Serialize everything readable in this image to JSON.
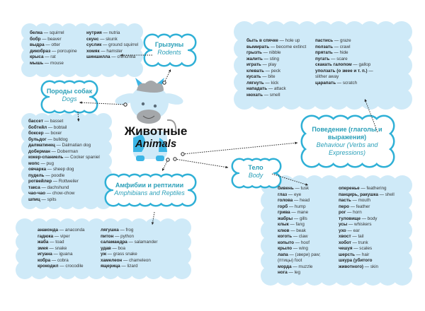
{
  "center": {
    "title_ru": "Животные",
    "title_en": "Animals"
  },
  "colors": {
    "cloud_fill": "#cfeaf8",
    "outline": "#2fb0d6",
    "title_text": "#2a9fb8"
  },
  "rodents": {
    "title_ru": "Грызуны",
    "title_en": "Rodents",
    "columns": [
      [
        {
          "ru": "белка",
          "en": "squirrel"
        },
        {
          "ru": "бобр",
          "en": "beaver"
        },
        {
          "ru": "выдра",
          "en": "otter"
        },
        {
          "ru": "дикобраз",
          "en": "porcupine"
        },
        {
          "ru": "крыса",
          "en": "rat"
        },
        {
          "ru": "мышь",
          "en": "mouse"
        }
      ],
      [
        {
          "ru": "нутрия",
          "en": "nutria"
        },
        {
          "ru": "скунс",
          "en": "skunk"
        },
        {
          "ru": "суслик",
          "en": "ground squirrel"
        },
        {
          "ru": "хомяк",
          "en": "hamster"
        },
        {
          "ru": "шиншилла",
          "en": "chinchilla"
        }
      ]
    ]
  },
  "dogs": {
    "title_ru": "Породы собак",
    "title_en": "Dogs",
    "columns": [
      [
        {
          "ru": "бассет",
          "en": "basset"
        },
        {
          "ru": "бобтейл",
          "en": "bobtail"
        },
        {
          "ru": "боксер",
          "en": "boxer"
        },
        {
          "ru": "бульдог",
          "en": "bulldog"
        },
        {
          "ru": "далматинец",
          "en": "Dalmatian dog"
        },
        {
          "ru": "доберман",
          "en": "Doberman"
        },
        {
          "ru": "кокер-спаниель",
          "en": "Cocker spaniel"
        },
        {
          "ru": "мопс",
          "en": "pug"
        },
        {
          "ru": "овчарка",
          "en": "sheep dog"
        },
        {
          "ru": "пудель",
          "en": "poodle"
        },
        {
          "ru": "ротвейлер",
          "en": "Rottweiler"
        },
        {
          "ru": "такса",
          "en": "dachshund"
        },
        {
          "ru": "чао-чао",
          "en": "chow-chow"
        },
        {
          "ru": "шпиц",
          "en": "spits"
        }
      ]
    ]
  },
  "behaviour": {
    "title_ru": "Поведение (глаголы и выражения)",
    "title_en": "Behaviour (Verbs and Expressions)",
    "columns": [
      [
        {
          "ru": "быть в спячке",
          "en": "hole up"
        },
        {
          "ru": "вымирать",
          "en": "become extinct"
        },
        {
          "ru": "грызть",
          "en": "nibble"
        },
        {
          "ru": "жалить",
          "en": "sting"
        },
        {
          "ru": "играть",
          "en": "play"
        },
        {
          "ru": "клевать",
          "en": "peck"
        },
        {
          "ru": "кусать",
          "en": "bite"
        },
        {
          "ru": "лягнуть",
          "en": "kick"
        },
        {
          "ru": "нападать",
          "en": "attack"
        },
        {
          "ru": "нюхать",
          "en": "smell"
        }
      ],
      [
        {
          "ru": "пастись",
          "en": "graze"
        },
        {
          "ru": "ползать",
          "en": "crawl"
        },
        {
          "ru": "прятать",
          "en": "hide"
        },
        {
          "ru": "пугать",
          "en": "scare"
        },
        {
          "ru": "скакать галопом",
          "en": "gallop"
        },
        {
          "ru": "уползать (о змее и т. п.)",
          "en": "slither away"
        },
        {
          "ru": "царапать",
          "en": "scratch"
        }
      ]
    ]
  },
  "body": {
    "title_ru": "Тело",
    "title_en": "Body",
    "columns": [
      [
        {
          "ru": "бивень",
          "en": "tusk"
        },
        {
          "ru": "глаз",
          "en": "eye"
        },
        {
          "ru": "голова",
          "en": "head"
        },
        {
          "ru": "горб",
          "en": "hump"
        },
        {
          "ru": "грива",
          "en": "mane"
        },
        {
          "ru": "жабры",
          "en": "gills"
        },
        {
          "ru": "клык",
          "en": "fang"
        },
        {
          "ru": "клюв",
          "en": "beak"
        },
        {
          "ru": "коготь",
          "en": "claw"
        },
        {
          "ru": "копыто",
          "en": "hoof"
        },
        {
          "ru": "крыло",
          "en": "wing"
        },
        {
          "ru": "лапа",
          "en": "(звери) paw; (птицы) foot"
        },
        {
          "ru": "морда",
          "en": "muzzle"
        },
        {
          "ru": "нога",
          "en": "leg"
        }
      ],
      [
        {
          "ru": "оперенье",
          "en": "feathering"
        },
        {
          "ru": "панцирь, ракушка",
          "en": "shell"
        },
        {
          "ru": "пасть",
          "en": "mouth"
        },
        {
          "ru": "перо",
          "en": "feather"
        },
        {
          "ru": "рог",
          "en": "horn"
        },
        {
          "ru": "туловище",
          "en": "body"
        },
        {
          "ru": "усы",
          "en": "whiskers"
        },
        {
          "ru": "ухо",
          "en": "ear"
        },
        {
          "ru": "хвост",
          "en": "tail"
        },
        {
          "ru": "хобот",
          "en": "trunk"
        },
        {
          "ru": "чешуя",
          "en": "scales"
        },
        {
          "ru": "шерсть",
          "en": "hair"
        },
        {
          "ru": "шкура (убитого животного)",
          "en": "skin"
        }
      ]
    ]
  },
  "amphibians": {
    "title_ru": "Амфибии и рептилии",
    "title_en": "Amphibians and Reptiles",
    "columns": [
      [
        {
          "ru": "анаконда",
          "en": "anaconda"
        },
        {
          "ru": "гадюка",
          "en": "viper"
        },
        {
          "ru": "жаба",
          "en": "toad"
        },
        {
          "ru": "змея",
          "en": "snake"
        },
        {
          "ru": "игуана",
          "en": "iguana"
        },
        {
          "ru": "кобра",
          "en": "cobra"
        },
        {
          "ru": "крокодил",
          "en": "crocodile"
        }
      ],
      [
        {
          "ru": "лягушка",
          "en": "frog"
        },
        {
          "ru": "питон",
          "en": "python"
        },
        {
          "ru": "саламандра",
          "en": "salamander"
        },
        {
          "ru": "удав",
          "en": "boa"
        },
        {
          "ru": "уж",
          "en": "grass snake"
        },
        {
          "ru": "хамелеон",
          "en": "chameleon"
        },
        {
          "ru": "ящерица",
          "en": "lizard"
        }
      ]
    ]
  }
}
